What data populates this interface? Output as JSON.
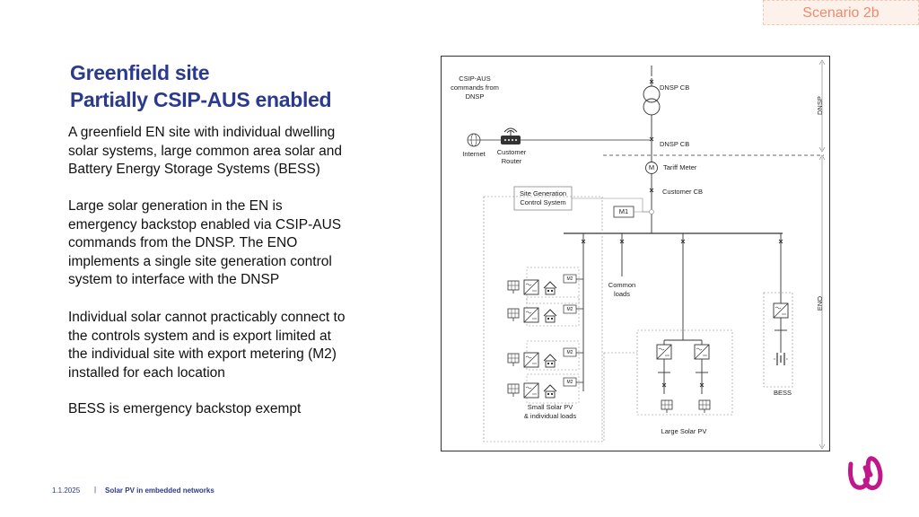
{
  "scenario": "Scenario 2b",
  "title": {
    "line1": "Greenfield site",
    "line2": "Partially CSIP-AUS enabled"
  },
  "paragraphs": [
    [
      "A greenfield EN site with individual dwelling",
      "solar systems, large common area solar and",
      "Battery Energy Storage Systems (BESS)"
    ],
    [
      "Large solar generation in the EN is",
      "emergency backstop enabled via CSIP-AUS",
      "commands from the DNSP.  The ENO",
      "implements a single site generation control",
      "system to interface with the DNSP"
    ],
    [
      "Individual solar cannot practicably connect to",
      "the controls system and is export limited at",
      "the individual site with export metering (M2)",
      "installed for each location"
    ],
    [
      "BESS is emergency backstop exempt"
    ]
  ],
  "footer": {
    "date": "1.1.2025",
    "separator": "|",
    "title": "Solar PV in embedded networks"
  },
  "diagram": {
    "csip_label": [
      "CSIP-AUS",
      "commands from",
      "DNSP"
    ],
    "dnsp_cb_top": "DNSP CB",
    "dnsp_side": "DNSP",
    "internet": "Internet",
    "router": [
      "Customer",
      "Router"
    ],
    "dnsp_cb_mid": "DNSP CB",
    "meter_symbol": "M",
    "tariff_meter": "Tariff Meter",
    "site_gen": [
      "Site Generation",
      "Control System"
    ],
    "customer_cb": "Customer CB",
    "m1": "M1",
    "m2": "M2",
    "common_loads": [
      "Common",
      "loads"
    ],
    "eno_side": "ENO",
    "bess": "BESS",
    "small_solar": [
      "Small Solar PV",
      "& individual loads"
    ],
    "large_solar": "Large Solar PV"
  },
  "colors": {
    "title": "#2a3a8f",
    "scenario": "#ef8a6a",
    "logo": "#c0178b"
  }
}
